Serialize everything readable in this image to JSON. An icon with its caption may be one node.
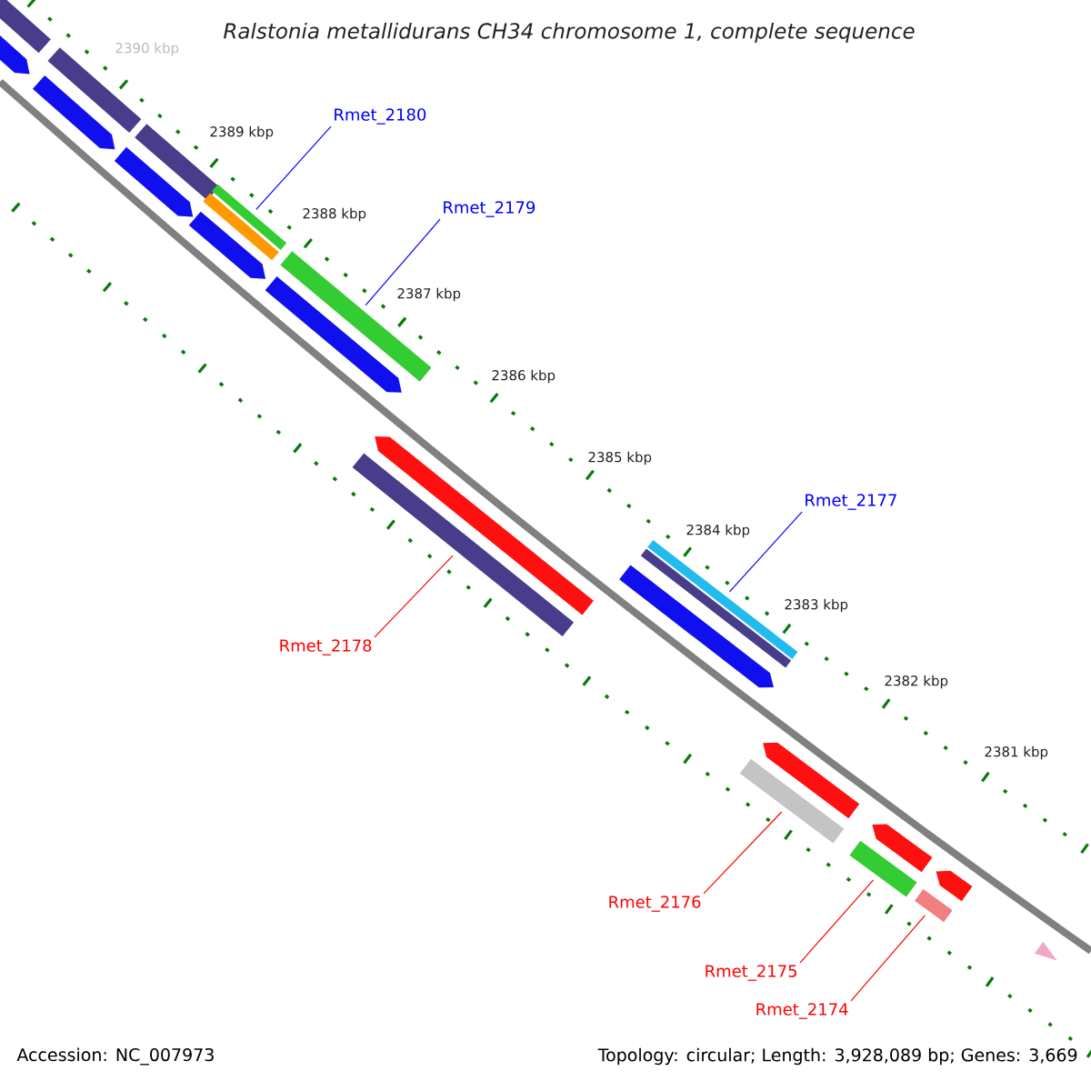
{
  "diagram": {
    "title": "Ralstonia metallidurans CH34 chromosome 1, complete sequence",
    "nodes": [
      {
        "text": [
          "Rmet_2180"
        ]
      },
      {
        "text": [
          "Rmet_2179"
        ]
      },
      {
        "text": [
          "Rmet_2177"
        ]
      },
      {
        "text": [
          "Rmet_2178"
        ]
      },
      {
        "text": [
          "Rmet_2176"
        ]
      },
      {
        "text": [
          "Rmet_2175"
        ]
      },
      {
        "text": [
          "Rmet_2174"
        ]
      },
      {
        "text": [],
        "shape": "bar"
      },
      {
        "text": [],
        "shape": "bar"
      },
      {
        "text": [],
        "shape": "bar"
      },
      {
        "text": [],
        "shape": "bar"
      },
      {
        "text": [],
        "shape": "bar"
      },
      {
        "text": [],
        "shape": "bar"
      },
      {
        "text": [],
        "shape": "bar"
      },
      {
        "text": [],
        "shape": "bar"
      },
      {
        "text": [],
        "shape": "bar"
      },
      {
        "text": [],
        "shape": "bar"
      },
      {
        "text": [],
        "shape": "bar"
      },
      {
        "text": [],
        "shape": "bar"
      },
      {
        "text": [],
        "shape": "bar"
      },
      {
        "text": [],
        "shape": "bar"
      },
      {
        "text": [],
        "shape": "bar"
      },
      {
        "text": [],
        "shape": "bar"
      },
      {
        "text": [],
        "shape": "bar"
      },
      {
        "text": [],
        "shape": "bar"
      },
      {
        "text": [],
        "shape": "bar"
      },
      {
        "text": [],
        "shape": "bar"
      },
      {
        "text": [],
        "shape": "bar"
      },
      {
        "text": [],
        "shape": "bar"
      },
      {
        "text": [],
        "shape": "triangle"
      }
    ],
    "edges": [
      {
        "from": 0,
        "to": 13,
        "arrow": "none",
        "color": "#0000ff"
      },
      {
        "from": 1,
        "to": 16,
        "arrow": "none",
        "color": "#0000ff"
      },
      {
        "from": 2,
        "to": 21,
        "arrow": "none",
        "color": "#0000ff"
      },
      {
        "from": 3,
        "to": 18,
        "arrow": "none"
      },
      {
        "from": 4,
        "to": 23,
        "arrow": "none"
      },
      {
        "from": 5,
        "to": 25,
        "arrow": "none"
      },
      {
        "from": 6,
        "to": 27,
        "arrow": "none"
      }
    ],
    "labels": [
      "2390 kbp",
      "2389 kbp",
      "2388 kbp",
      "2387 kbp",
      "2386 kbp",
      "2385 kbp",
      "2384 kbp",
      "2383 kbp",
      "2382 kbp",
      "2381 kbp",
      "Accession: NC_007973",
      "Topology: circular; Length: 3,928,089 bp; Genes: 3,669"
    ]
  }
}
